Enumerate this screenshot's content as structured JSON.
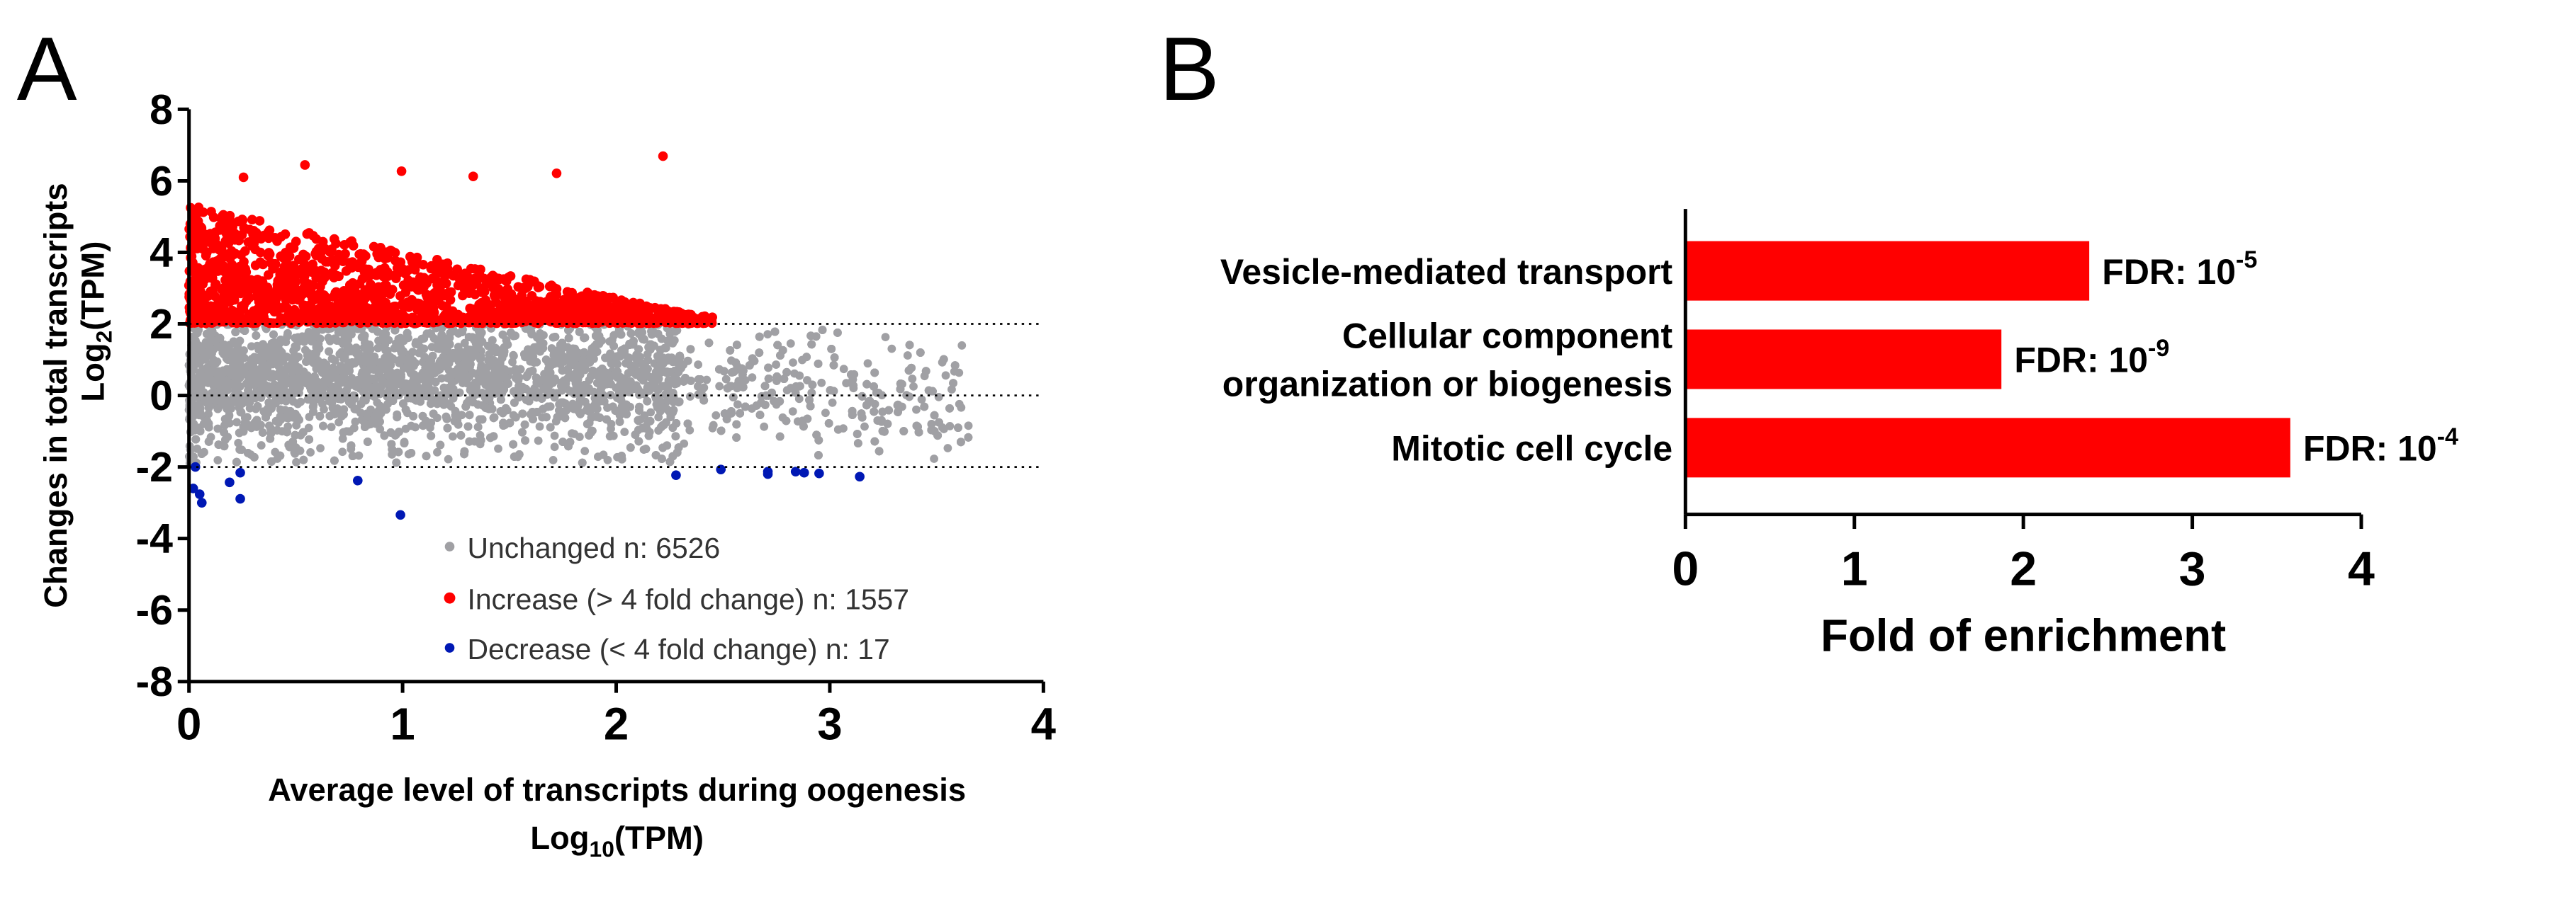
{
  "colors": {
    "unchanged": "#a0a0a4",
    "increase": "#ff0000",
    "decrease": "#0018b4",
    "bar": "#ff0000",
    "axis": "#000000"
  },
  "chart_data": [
    {
      "panel_label": "A",
      "type": "scatter",
      "xlabel": "Average level of transcripts during oogenesis",
      "xlabel_unit": {
        "pre": "Log",
        "sub": "10",
        "post": "(TPM)"
      },
      "ylabel": "Changes in total transcripts",
      "ylabel_unit": {
        "pre": "Log",
        "sub": "2",
        "post": "(TPM)"
      },
      "xlim": [
        0,
        4
      ],
      "ylim": [
        -8,
        8
      ],
      "xticks": [
        "0",
        "1",
        "2",
        "3",
        "4"
      ],
      "yticks": [
        "8",
        "6",
        "4",
        "2",
        "0",
        "-2",
        "-4",
        "-6",
        "-8"
      ],
      "reference_lines": [
        2,
        0,
        -2
      ],
      "grid": false,
      "legend_position": "bottom-right",
      "series": [
        {
          "name": "Unchanged n: 6526",
          "color": "#a0a0a4",
          "count": 6526,
          "y_range": [
            -2,
            2
          ],
          "x_range": [
            0,
            3.65
          ]
        },
        {
          "name": "Increase (> 4 fold change) n: 1557",
          "color": "#ff0000",
          "count": 1557,
          "y_range": [
            2,
            6.8
          ],
          "x_range": [
            0,
            2.5
          ]
        },
        {
          "name": "Decrease (< 4 fold change) n: 17",
          "color": "#0018b4",
          "count": 17,
          "points": [
            [
              0.03,
              -2.0
            ],
            [
              0.02,
              -2.6
            ],
            [
              0.05,
              -2.76
            ],
            [
              0.06,
              -3.0
            ],
            [
              0.19,
              -2.43
            ],
            [
              0.24,
              -2.16
            ],
            [
              0.24,
              -2.89
            ],
            [
              0.79,
              -2.38
            ],
            [
              0.99,
              -3.34
            ],
            [
              2.28,
              -2.23
            ],
            [
              2.49,
              -2.07
            ],
            [
              2.71,
              -2.13
            ],
            [
              2.71,
              -2.2
            ],
            [
              2.84,
              -2.13
            ],
            [
              2.88,
              -2.16
            ],
            [
              2.95,
              -2.18
            ],
            [
              3.14,
              -2.27
            ]
          ]
        }
      ]
    },
    {
      "panel_label": "B",
      "type": "bar",
      "orientation": "horizontal",
      "xlabel": "Fold of enrichment",
      "xlim": [
        0,
        4
      ],
      "xticks": [
        "0",
        "1",
        "2",
        "3",
        "4"
      ],
      "grid": false,
      "categories": [
        {
          "lines": [
            "Vesicle-mediated transport"
          ],
          "value": 2.39,
          "fdr": {
            "text": "FDR: 10",
            "exp": "-5"
          }
        },
        {
          "lines": [
            "Cellular component",
            "organization or biogenesis"
          ],
          "value": 1.87,
          "fdr": {
            "text": "FDR: 10",
            "exp": "-9"
          }
        },
        {
          "lines": [
            "Mitotic cell cycle"
          ],
          "value": 3.58,
          "fdr": {
            "text": "FDR: 10",
            "exp": "-4"
          }
        }
      ]
    }
  ]
}
